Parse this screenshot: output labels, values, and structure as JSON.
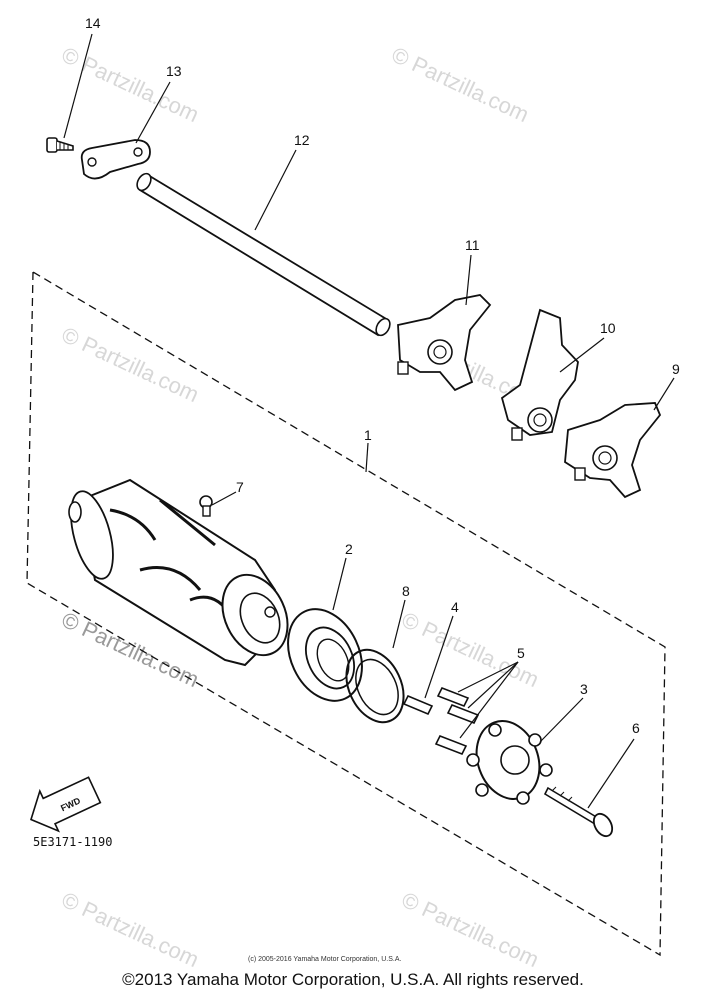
{
  "watermark": "© Partzilla.com",
  "callouts": {
    "c1": "1",
    "c2": "2",
    "c3": "3",
    "c4": "4",
    "c5": "5",
    "c6": "6",
    "c7": "7",
    "c8": "8",
    "c9": "9",
    "c10": "10",
    "c11": "11",
    "c12": "12",
    "c13": "13",
    "c14": "14"
  },
  "fwd_label": "FWD",
  "diagram_code": "5E3171-1190",
  "small_copyright": "(c) 2005-2016 Yamaha Motor Corporation, U.S.A.",
  "copyright": "©2013 Yamaha Motor Corporation, U.S.A. All rights reserved."
}
